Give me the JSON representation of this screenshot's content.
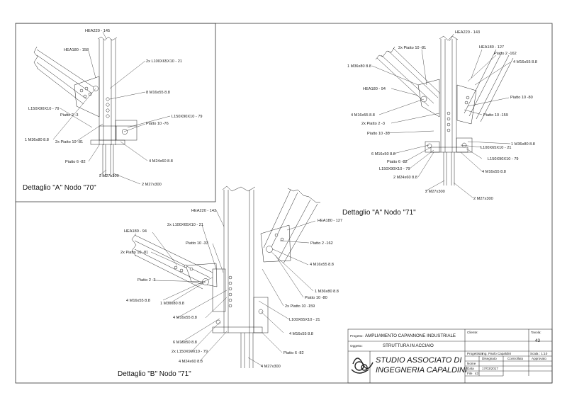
{
  "details": {
    "a70": {
      "title": "Dettaglio \"A\" Nodo \"70\"",
      "labels": [
        "HEA220 - 145",
        "HEA180 - 158",
        "2x L100X65X10 - 21",
        "8 M16x55 8.8",
        "L150X90X10 - 79",
        "Piatto 2 -3",
        "L150X90X10 - 79",
        "Piatto 10 -76",
        "1 M36x80 8.8",
        "2x Piatto 10 -81",
        "Piatto 6 -82",
        "4 M24x60 8.8",
        "2 M27x300",
        "2 M27x300"
      ]
    },
    "a71": {
      "title": "Dettaglio \"A\" Nodo \"71\"",
      "labels": [
        "HEA220 - 143",
        "2x Piatto 10 -81",
        "HEA180 - 127",
        "Piatto 2 -162",
        "1 M36x80 8.8",
        "4 M16x55 8.8",
        "HEA180 - 94",
        "Piatto 10 -80",
        "Piatto 10 -159",
        "4 M16x55 8.8",
        "2x Piatto 2 -3",
        "Piatto 10 -33",
        "1 M36x80 8.8",
        "L100X65X10 - 21",
        "6 M16x50 8.8",
        "Piatto 6 -82",
        "L150X90X10 - 79",
        "L150X90X10 - 79",
        "4 M16x55 8.8",
        "2 M24x60 8.8",
        "2 M27x300",
        "2 M27x300"
      ]
    },
    "b71": {
      "title": "Dettaglio \"B\" Nodo \"71\"",
      "labels": [
        "HEA220 - 143",
        "2x L100X65X10 - 21",
        "HEA180 - 127",
        "HEA180 - 94",
        "Piatto 10 -33",
        "Piatto 2 -162",
        "2x Piatto 10 -81",
        "4 M16x55 8.8",
        "Piatto 2 -3",
        "1 M36x80 8.8",
        "Piatto 10 -80",
        "4 M16x55 8.8",
        "1 M36x80 8.8",
        "2x Piatto 10 -159",
        "4 M16x55 8.8",
        "L100X65X10 - 21",
        "4 M16x55 8.8",
        "6 M16x50 8.8",
        "2x L150X90X10 - 79",
        "Piatto 6 -82",
        "4 M24x60 8.8",
        "4 M27x300"
      ]
    }
  },
  "title_block": {
    "progetto_label": "Progetto:",
    "progetto": "AMPLIAMENTO CAPANNONE INDUSTRIALE",
    "oggetto_label": "Oggetto:",
    "oggetto": "STRUTTURA IN ACCIAIO",
    "cliente_label": "Cliente:",
    "tavola_label": "Tavola:",
    "tavola": "43",
    "progettista_label": "Progettista:",
    "progettista": "Ing. Paolo Capaldini",
    "scala": "Scala : 1:10",
    "disegnato_label": "Disegnato",
    "controllato_label": "Controllato",
    "approvato_label": "Approvato",
    "nome_label": "Nome",
    "data_label": "Data",
    "data": "17/03/2017",
    "file_label": "File",
    "file": "43",
    "studio_line1": "STUDIO ASSOCIATO DI",
    "studio_line2": "INGEGNERIA CAPALDINI"
  }
}
